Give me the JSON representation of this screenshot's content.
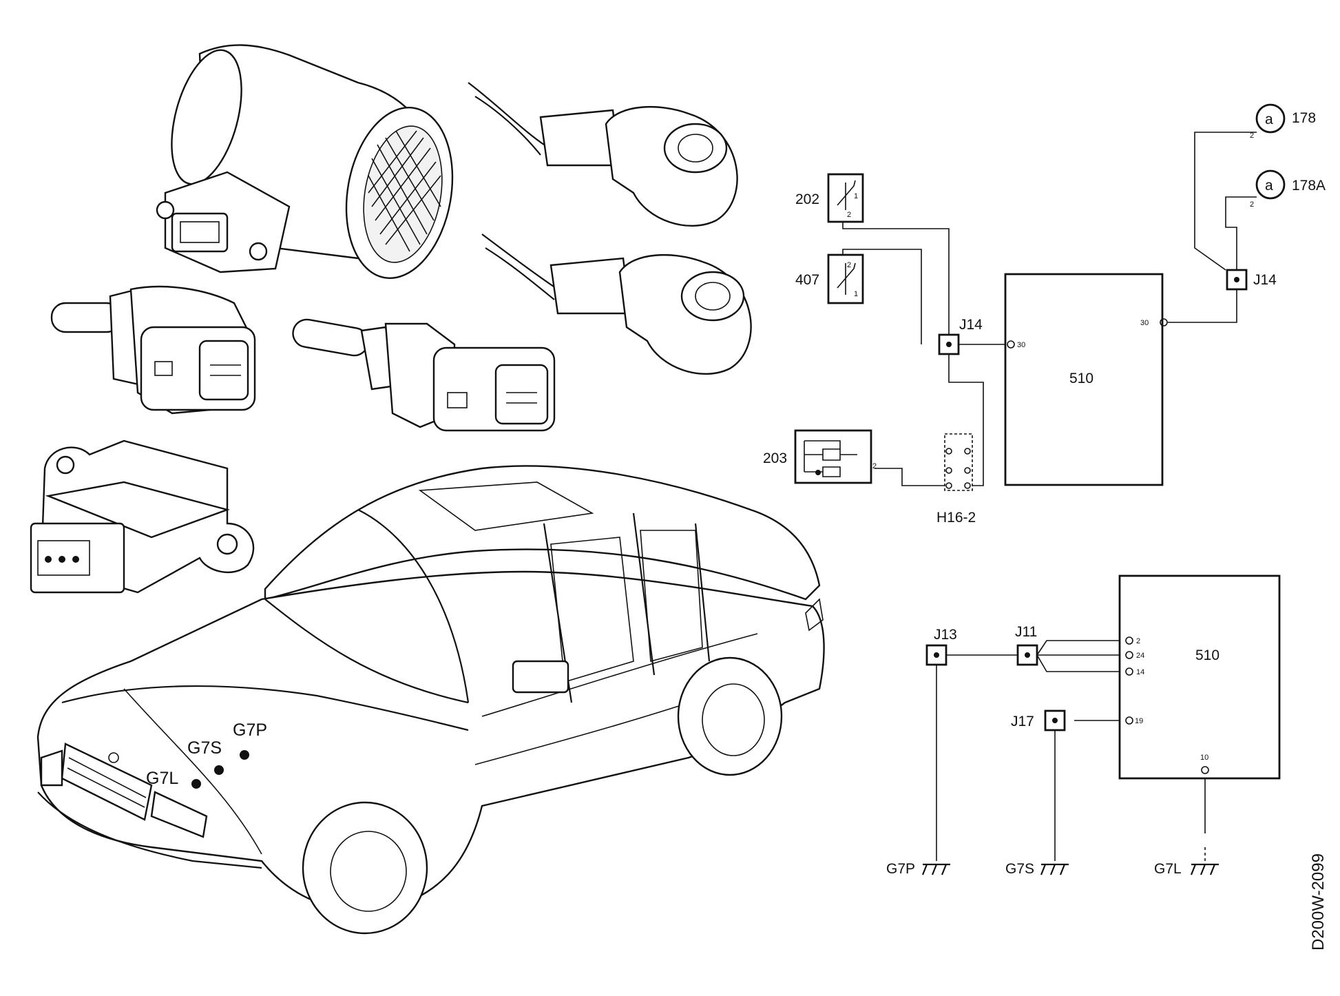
{
  "components": {
    "c178": "178",
    "c178a": "178A",
    "c202": "202",
    "c407": "407",
    "c203": "203",
    "h16_2": "H16-2",
    "ecu_top": "510",
    "ecu_bottom": "510"
  },
  "junctions": {
    "j14_left": "J14",
    "j14_right": "J14",
    "j13": "J13",
    "j11": "J11",
    "j17": "J17"
  },
  "grounds": {
    "g7p": "G7P",
    "g7s": "G7S",
    "g7l": "G7L"
  },
  "car_grounds": {
    "g7p": "G7P",
    "g7s": "G7S",
    "g7l": "G7L"
  },
  "pins": {
    "p178": "2",
    "p178a": "2",
    "p202_1": "1",
    "p202_2": "2",
    "p407_1": "1",
    "p407_2": "2",
    "p203": "2",
    "ecu_top_left": "30",
    "ecu_top_right": "30",
    "ecu_b_2": "2",
    "ecu_b_24": "24",
    "ecu_b_14": "14",
    "ecu_b_19": "19",
    "ecu_b_10": "10"
  },
  "drawing_id": "D200W-2099"
}
